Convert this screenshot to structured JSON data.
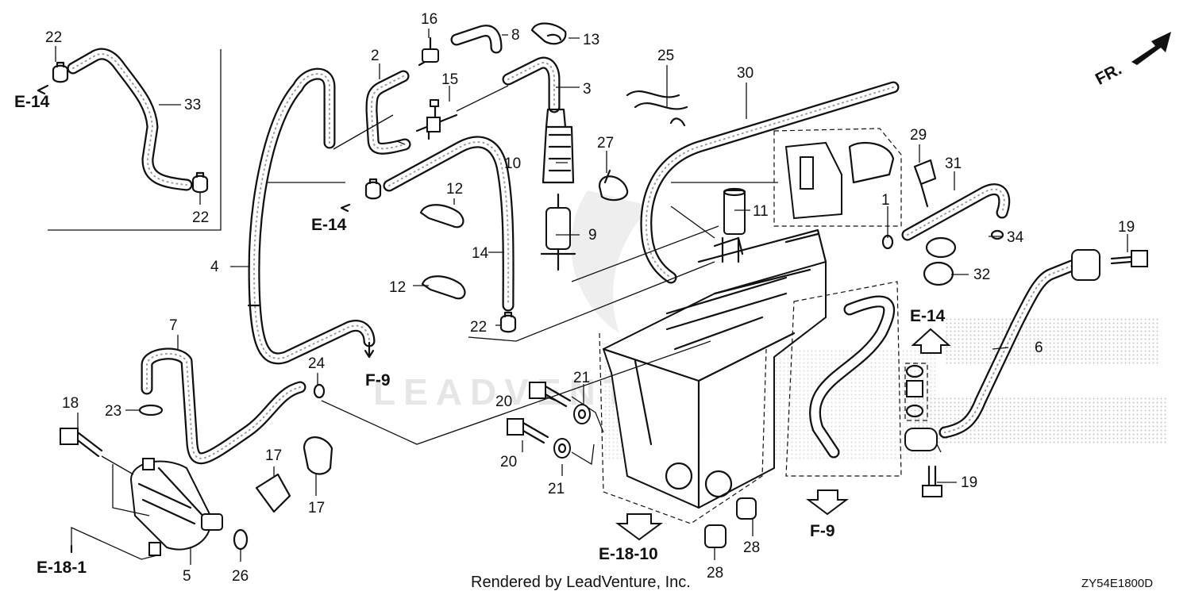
{
  "diagram": {
    "callouts": [
      "22",
      "33",
      "22",
      "2",
      "16",
      "8",
      "13",
      "15",
      "3",
      "25",
      "30",
      "10",
      "27",
      "29",
      "31",
      "12",
      "11",
      "1",
      "34",
      "19",
      "4",
      "9",
      "14",
      "12",
      "32",
      "22",
      "7",
      "24",
      "21",
      "20",
      "18",
      "23",
      "20",
      "21",
      "17",
      "17",
      "28",
      "5",
      "26",
      "28",
      "6",
      "19"
    ],
    "references": [
      "E-14",
      "E-14",
      "F-9",
      "E-14",
      "E-18-10",
      "F-9",
      "E-18-1"
    ],
    "direction_label": "FR.",
    "footer_text": "Rendered by LeadVenture, Inc.",
    "diagram_code": "ZY54E1800D",
    "watermark": "LEADVENTURE"
  }
}
